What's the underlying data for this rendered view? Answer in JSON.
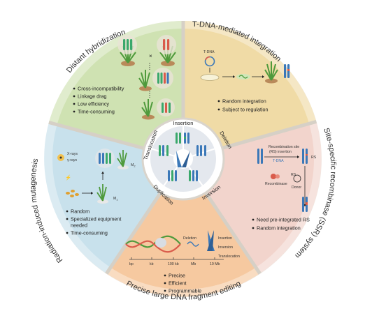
{
  "sectors": {
    "distant_hybridization": {
      "title": "Distant hybridization",
      "bullets": [
        "Cross-incompatibility",
        "Linkage drag",
        "Low efficiency",
        "Time-consuming"
      ]
    },
    "tdna": {
      "title": "T-DNA-mediated integration",
      "label": "T-DNA",
      "bullets": [
        "Random integration",
        "Subject to regulation"
      ]
    },
    "ssr": {
      "title": "Site-specific recombinase (SSR) system",
      "labels": {
        "recombination_site": "Recombination site",
        "rs_insertion": "(RS) insertion",
        "tdna": "T-DNA",
        "rs1": "RS",
        "rs2": "RS",
        "recombinase": "Recombinase",
        "donor": "Donor"
      },
      "bullets": [
        "Need pre-integrated RS",
        "Random integration"
      ]
    },
    "precise": {
      "title": "Precise large DNA fragment editing",
      "scale": [
        "bp",
        "kb",
        "100 kb",
        "Mb",
        "10 Mb"
      ],
      "ops": [
        "Insertion",
        "Inversion",
        "Translocation"
      ],
      "deletion": "Deletion",
      "bullets": [
        "Precise",
        "Efficient",
        "Programmable"
      ]
    },
    "radiation": {
      "title": "Radiation-induced mutagenesis",
      "rays": [
        "X-rays",
        "γ-rays"
      ],
      "m_labels": [
        "M",
        "M"
      ],
      "m_sub": [
        "2",
        "1"
      ],
      "bullets": [
        "Random",
        "Specialized equipment",
        "needed",
        "Time-consuming"
      ]
    }
  },
  "center": {
    "labels": [
      "Insertion",
      "Deletion",
      "Inversion",
      "Duplication",
      "Translocation"
    ]
  },
  "colors": {
    "distant": "#cfe2b2",
    "tdna": "#f0dba6",
    "ssr": "#f2d4cc",
    "precise": "#f6c9a0",
    "radiation": "#c8e1ec",
    "divider": "#d9d4cc",
    "chrom_green": "#3aa86b",
    "chrom_blue": "#3b78b8"
  }
}
